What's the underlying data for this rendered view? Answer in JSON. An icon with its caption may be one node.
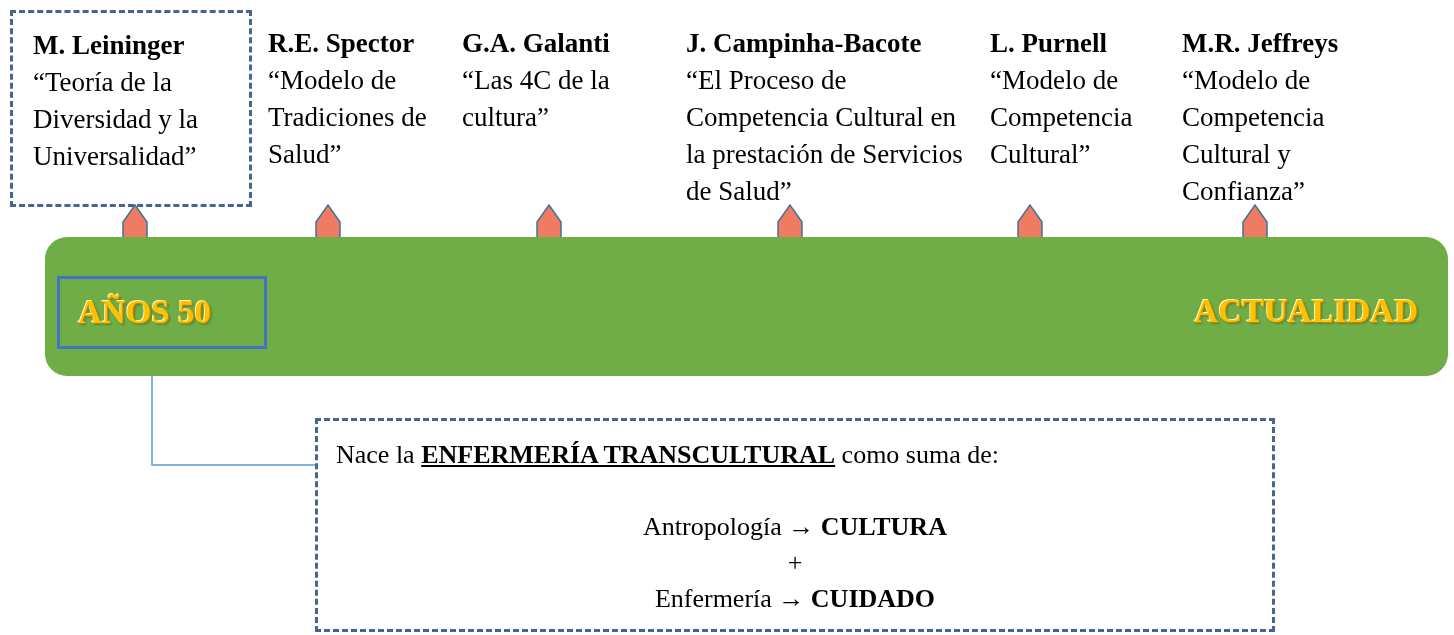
{
  "diagram": {
    "nodes": [
      {
        "text": [
          "M. Leininger",
          "“Teoría de la Diversidad y la Universalidad”"
        ]
      },
      {
        "text": [
          "R.E. Spector",
          "“Modelo de Tradiciones de Salud”"
        ]
      },
      {
        "text": [
          "G.A. Galanti",
          "“Las 4C de la cultura”"
        ]
      },
      {
        "text": [
          "J. Campinha-Bacote",
          "“El Proceso de Competencia Cultural en la prestación de Servicios de Salud”"
        ]
      },
      {
        "text": [
          "L. Purnell",
          "“Modelo de Competencia Cultural”"
        ]
      },
      {
        "text": [
          "M.R.  Jeffreys",
          "“Modelo de Competencia Cultural y Confianza”"
        ]
      },
      {
        "text": [
          "ACTUALIDAD"
        ]
      },
      {
        "text": [
          "AÑOS 50"
        ],
        "in": 6
      },
      {
        "text": [
          "Nace la **ENFERMERÍA TRANSCULTURAL** como suma de:",
          "Antropología → **CULTURA**",
          "+",
          "Enfermería → **CUIDADO**"
        ]
      }
    ],
    "edges": [
      {
        "from": 6,
        "to": 0,
        "arrow": "to"
      },
      {
        "from": 6,
        "to": 1,
        "arrow": "to"
      },
      {
        "from": 6,
        "to": 2,
        "arrow": "to"
      },
      {
        "from": 6,
        "to": 3,
        "arrow": "to"
      },
      {
        "from": 6,
        "to": 4,
        "arrow": "to"
      },
      {
        "from": 6,
        "to": 5,
        "arrow": "to"
      },
      {
        "from": 7,
        "to": 8,
        "arrow": "none",
        "color": "#5b9bd5"
      }
    ]
  }
}
